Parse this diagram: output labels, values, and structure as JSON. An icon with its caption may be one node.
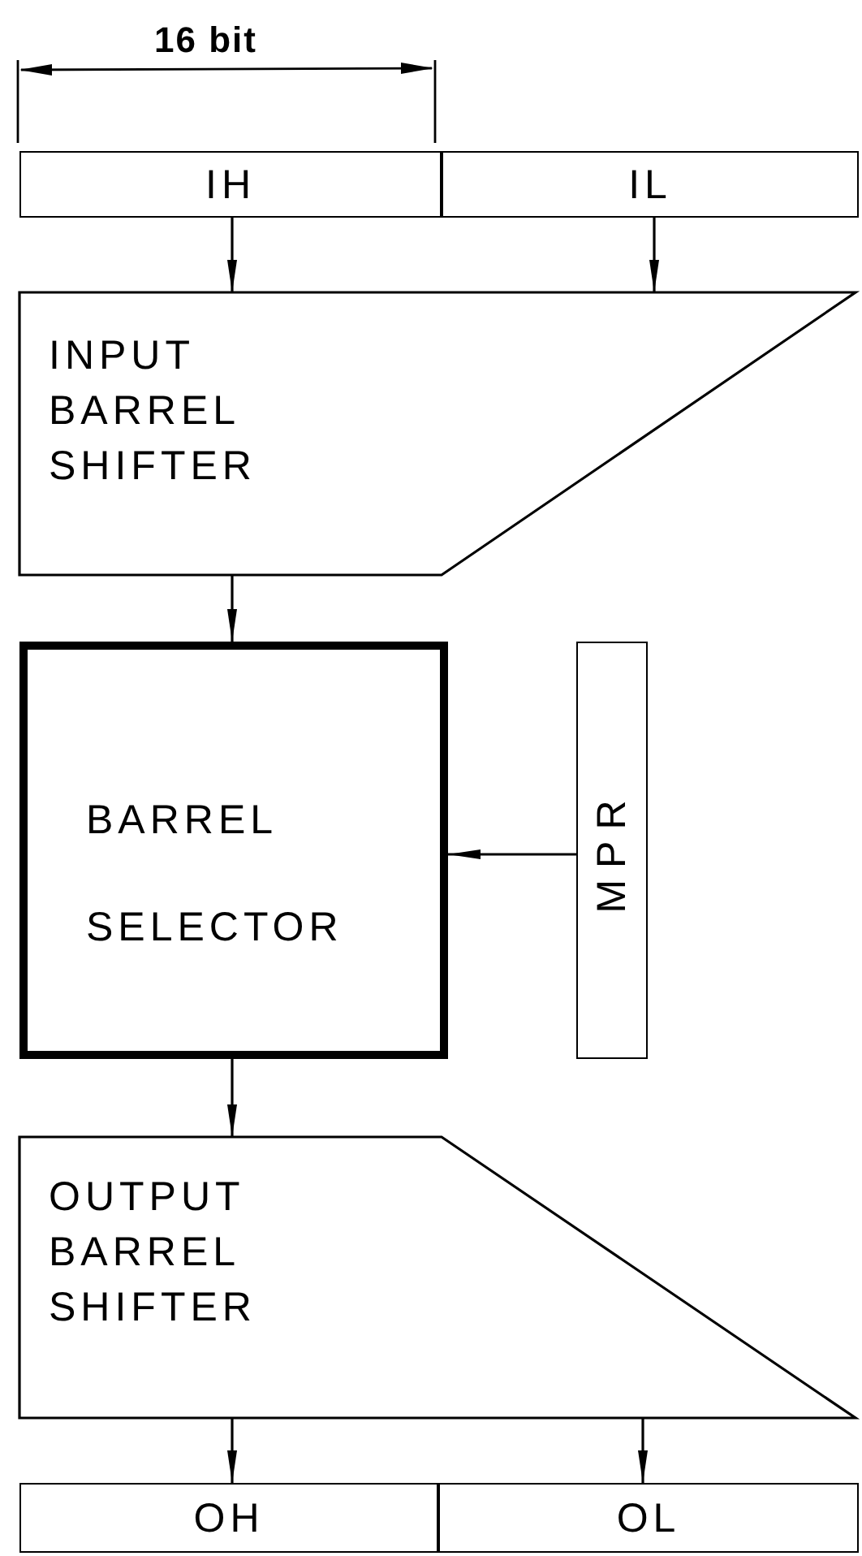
{
  "diagram": {
    "nodes": [
      {
        "text": [
          "IH"
        ]
      },
      {
        "text": [
          "IL"
        ]
      },
      {
        "text": [
          "INPUT BARREL SHIFTER"
        ]
      },
      {
        "text": [
          "BARREL SELECTOR"
        ]
      },
      {
        "text": [
          "MPR"
        ]
      },
      {
        "text": [
          "OUTPUT BARREL SHIFTER"
        ]
      },
      {
        "text": [
          "OH"
        ]
      },
      {
        "text": [
          "OL"
        ]
      }
    ],
    "edges": [
      {
        "from": 0,
        "to": 2,
        "arrow": "to"
      },
      {
        "from": 1,
        "to": 2,
        "arrow": "to"
      },
      {
        "from": 2,
        "to": 3,
        "arrow": "to"
      },
      {
        "from": 4,
        "to": 3,
        "arrow": "to"
      },
      {
        "from": 3,
        "to": 5,
        "arrow": "to"
      },
      {
        "from": 5,
        "to": 6,
        "arrow": "to"
      },
      {
        "from": 5,
        "to": 7,
        "arrow": "to"
      }
    ],
    "labels": [
      "16 bit"
    ]
  }
}
